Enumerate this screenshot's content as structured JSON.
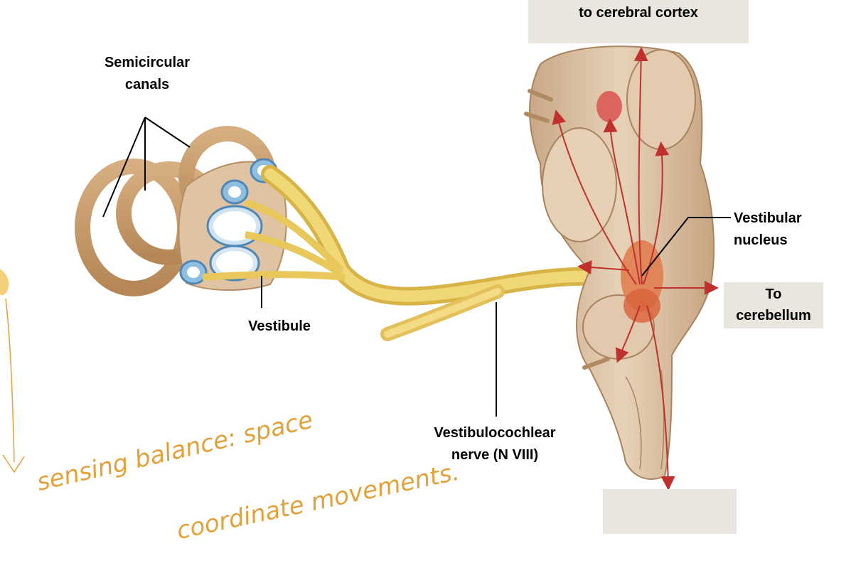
{
  "labels": {
    "semicircular_canals": "Semicircular\ncanals",
    "vestibule": "Vestibule",
    "nerve": "Vestibulocochlear\nnerve (N VIII)",
    "vestibular_nucleus": "Vestibular\nnucleus",
    "to_cerebellum": "To\ncerebellum",
    "to_cortex": "to cerebral cortex"
  },
  "handwriting": {
    "line1": "sensing balance: space",
    "line2": "coordinate movements."
  },
  "colors": {
    "canal": "#c49a6c",
    "nerve": "#e8c85a",
    "brainstem": "#dcc2a4",
    "nucleus": "#e07a4a",
    "arrow": "#c0302c",
    "annotation": "#e3a13a",
    "label_box": "#e8e6df"
  }
}
